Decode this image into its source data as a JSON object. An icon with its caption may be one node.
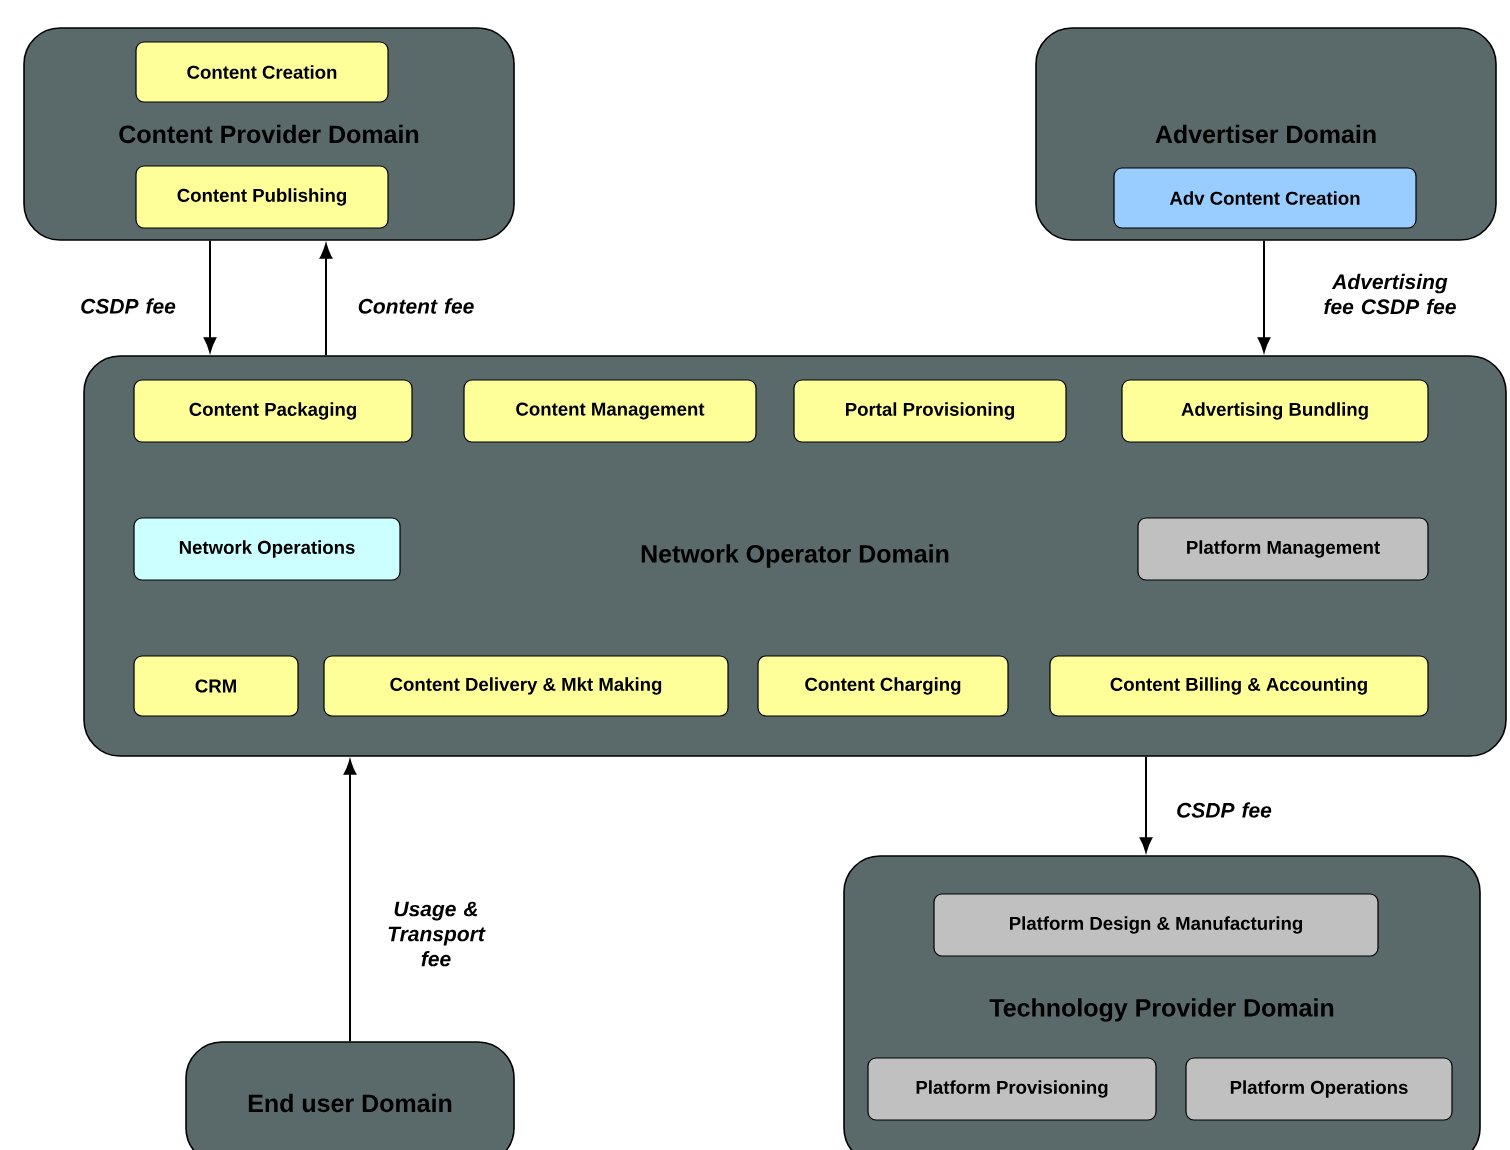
{
  "diagram": {
    "nodes": [
      {
        "text": [
          "Content Provider Domain"
        ]
      },
      {
        "text": [
          "Content Creation"
        ],
        "in": 0
      },
      {
        "text": [
          "Content Publishing"
        ],
        "in": 0
      },
      {
        "text": [
          "Advertiser Domain"
        ]
      },
      {
        "text": [
          "Adv Content Creation"
        ],
        "in": 3
      },
      {
        "text": [
          "Network Operator Domain"
        ]
      },
      {
        "text": [
          "Content Packaging"
        ],
        "in": 5
      },
      {
        "text": [
          "Content Management"
        ],
        "in": 5
      },
      {
        "text": [
          "Portal Provisioning"
        ],
        "in": 5
      },
      {
        "text": [
          "Advertising Bundling"
        ],
        "in": 5
      },
      {
        "text": [
          "Network Operations"
        ],
        "in": 5
      },
      {
        "text": [
          "Platform Management"
        ],
        "in": 5
      },
      {
        "text": [
          "CRM"
        ],
        "in": 5
      },
      {
        "text": [
          "Content Delivery & Mkt Making"
        ],
        "in": 5
      },
      {
        "text": [
          "Content Charging"
        ],
        "in": 5
      },
      {
        "text": [
          "Content Billing & Accounting"
        ],
        "in": 5
      },
      {
        "text": [
          "End user Domain"
        ]
      },
      {
        "text": [
          "Technology Provider Domain"
        ]
      },
      {
        "text": [
          "Platform Design & Manufacturing"
        ],
        "in": 17
      },
      {
        "text": [
          "Platform Provisioning"
        ],
        "in": 17
      },
      {
        "text": [
          "Platform Operations"
        ],
        "in": 17
      }
    ],
    "edges": [
      {
        "from": 0,
        "to": 5,
        "arrow": "to",
        "label": "CSDP fee"
      },
      {
        "from": 5,
        "to": 0,
        "arrow": "to",
        "label": "Content fee"
      },
      {
        "from": 3,
        "to": 5,
        "arrow": "to",
        "label": "Advertising fee CSDP fee"
      },
      {
        "from": 16,
        "to": 5,
        "arrow": "to",
        "label": "Usage & Transport fee"
      },
      {
        "from": 5,
        "to": 17,
        "arrow": "to",
        "label": "CSDP fee"
      }
    ]
  }
}
